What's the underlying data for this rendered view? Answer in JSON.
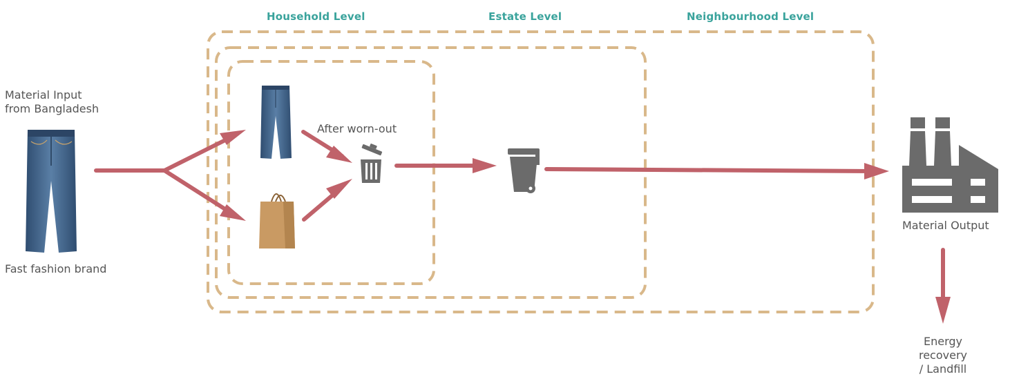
{
  "levels": {
    "household": "Household Level",
    "estate": "Estate Level",
    "neighbourhood": "Neighbourhood Level"
  },
  "labels": {
    "material_input_line1": "Material Input",
    "material_input_line2": "from Bangladesh",
    "brand": "Fast fashion brand",
    "after_worn_out": "After worn-out",
    "material_output": "Material Output",
    "energy_line1": "Energy",
    "energy_line2": "recovery",
    "energy_line3": "/ Landfill"
  },
  "colors": {
    "arrow": "#c0626a",
    "boundary": "#d9b88a",
    "level_text": "#3aa39c",
    "icon_gray": "#6b6b6b",
    "denim": "#3d5f85",
    "paper_bag": "#c99a63"
  },
  "icons": [
    "jeans-icon",
    "paper-bag-icon",
    "trash-can-icon",
    "wheelie-bin-icon",
    "factory-icon"
  ]
}
